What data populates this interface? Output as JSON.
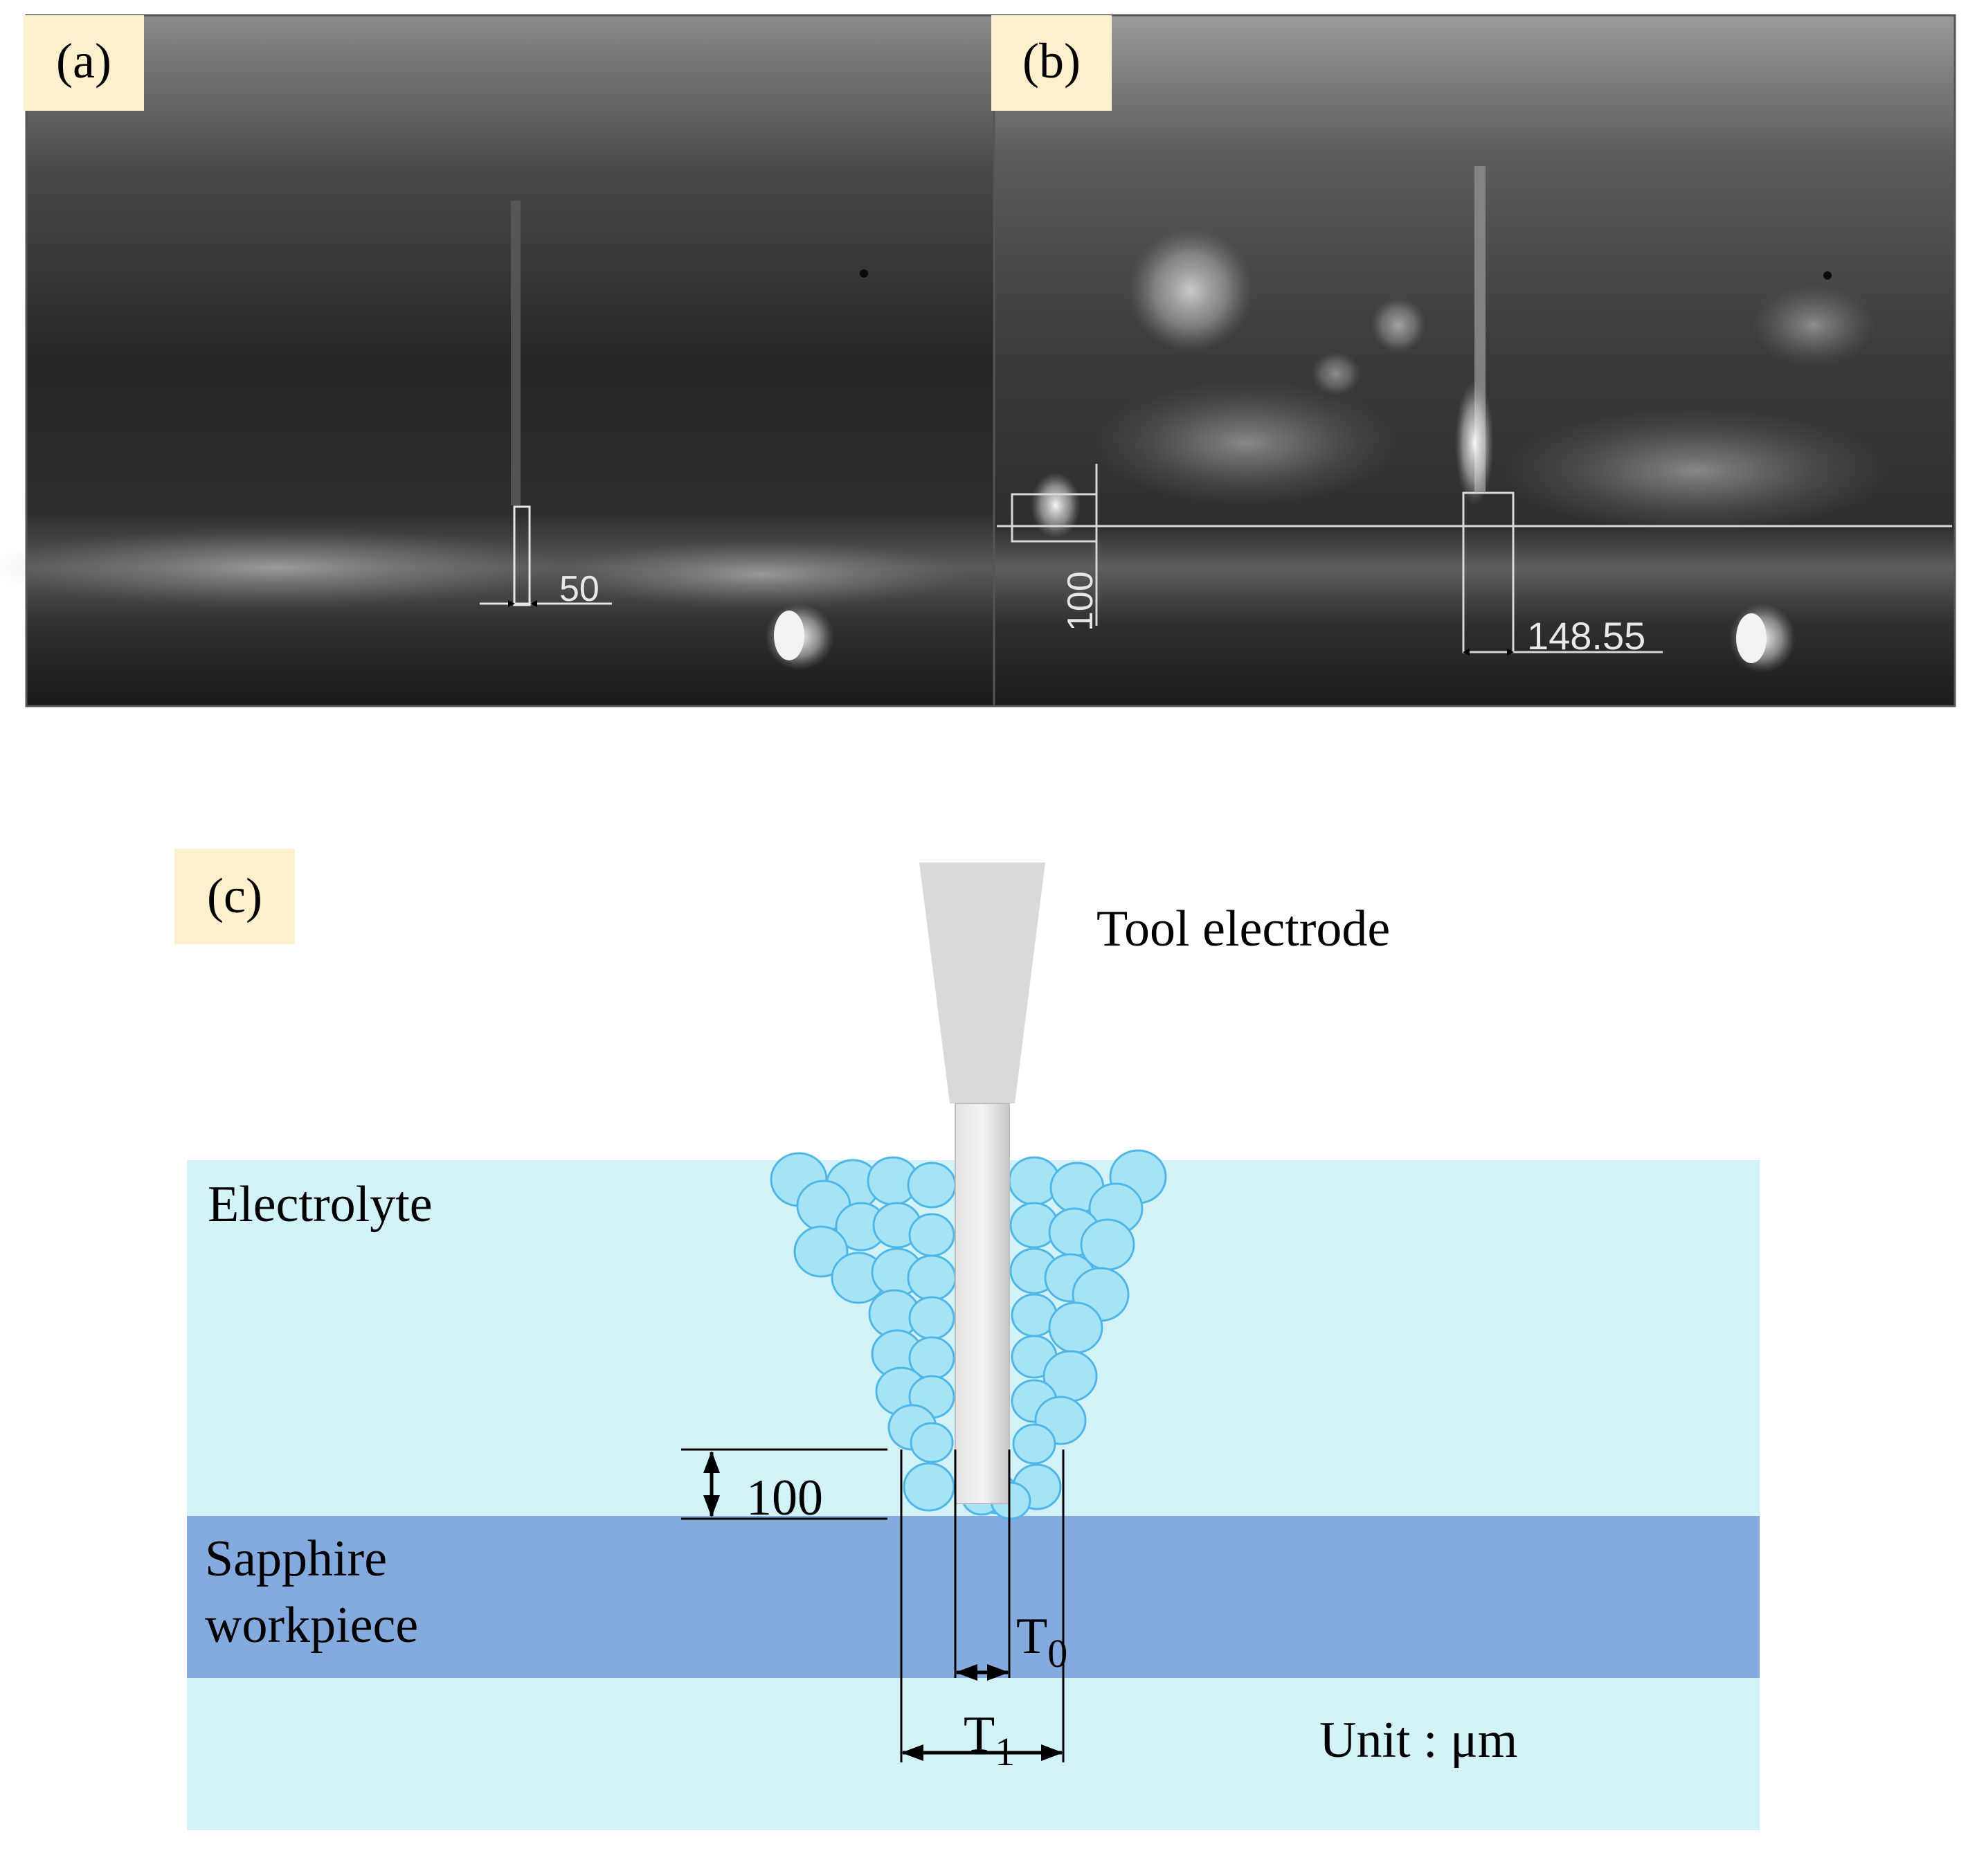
{
  "panels": {
    "a": {
      "label": "(a)",
      "width_annotation": "50"
    },
    "b": {
      "label": "(b)",
      "height_annotation": "100",
      "width_annotation": "148.55"
    },
    "c": {
      "label": "(c)",
      "tool_label": "Tool electrode",
      "electrolyte_label": "Electrolyte",
      "sapphire_label_line1": "Sapphire",
      "sapphire_label_line2": "workpiece",
      "depth_annotation": "100",
      "t0_main": "T",
      "t0_sub": "0",
      "t1_main": "T",
      "t1_sub": "1",
      "unit_label": "Unit : μm"
    }
  },
  "colors": {
    "label_bg": "#fdf0cc",
    "electrolyte": "#d3f2f8",
    "sapphire": "#85abde",
    "bubble_fill": "#a6e4f5",
    "bubble_stroke": "#4fb6e6",
    "tool": "#d9d9d9"
  }
}
